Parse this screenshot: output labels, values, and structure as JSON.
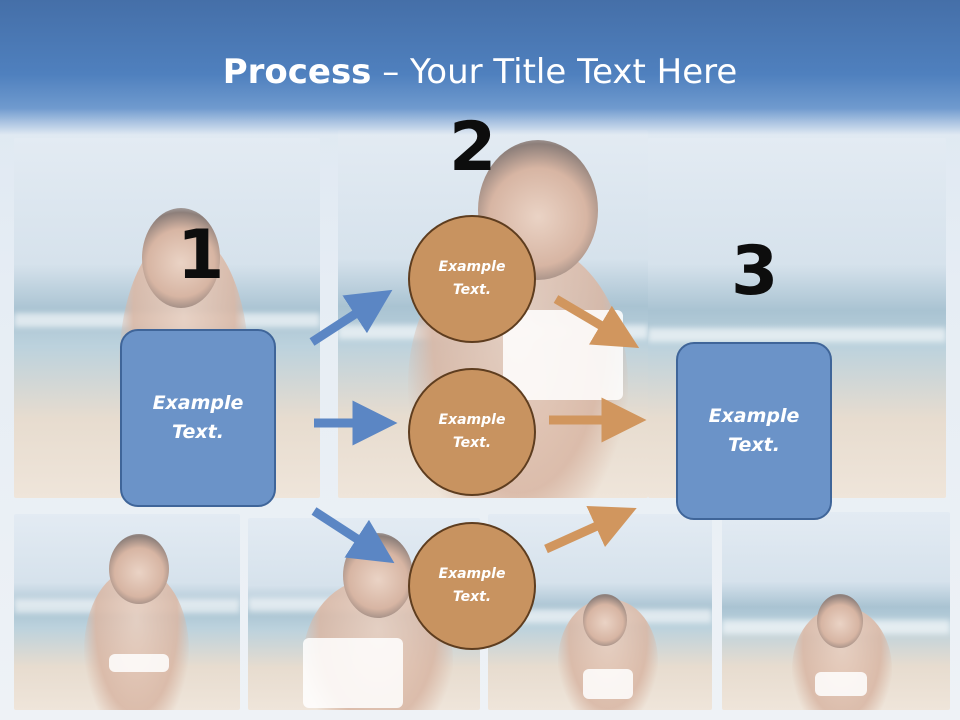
{
  "title": {
    "bold": "Process",
    "rest": " – Your Title Text Here"
  },
  "steps": {
    "one": "1",
    "two": "2",
    "three": "3"
  },
  "left_box": {
    "line1": "Example",
    "line2": "Text."
  },
  "circles": [
    {
      "line1": "Example",
      "line2": "Text."
    },
    {
      "line1": "Example",
      "line2": "Text."
    },
    {
      "line1": "Example",
      "line2": "Text."
    }
  ],
  "right_box": {
    "line1": "Example",
    "line2": "Text."
  },
  "colors": {
    "header": "#4f80be",
    "box_fill": "#6b93c8",
    "circle_fill": "#c89360",
    "blue_arrow": "#5b86c4",
    "orange_arrow": "#d1965e"
  }
}
